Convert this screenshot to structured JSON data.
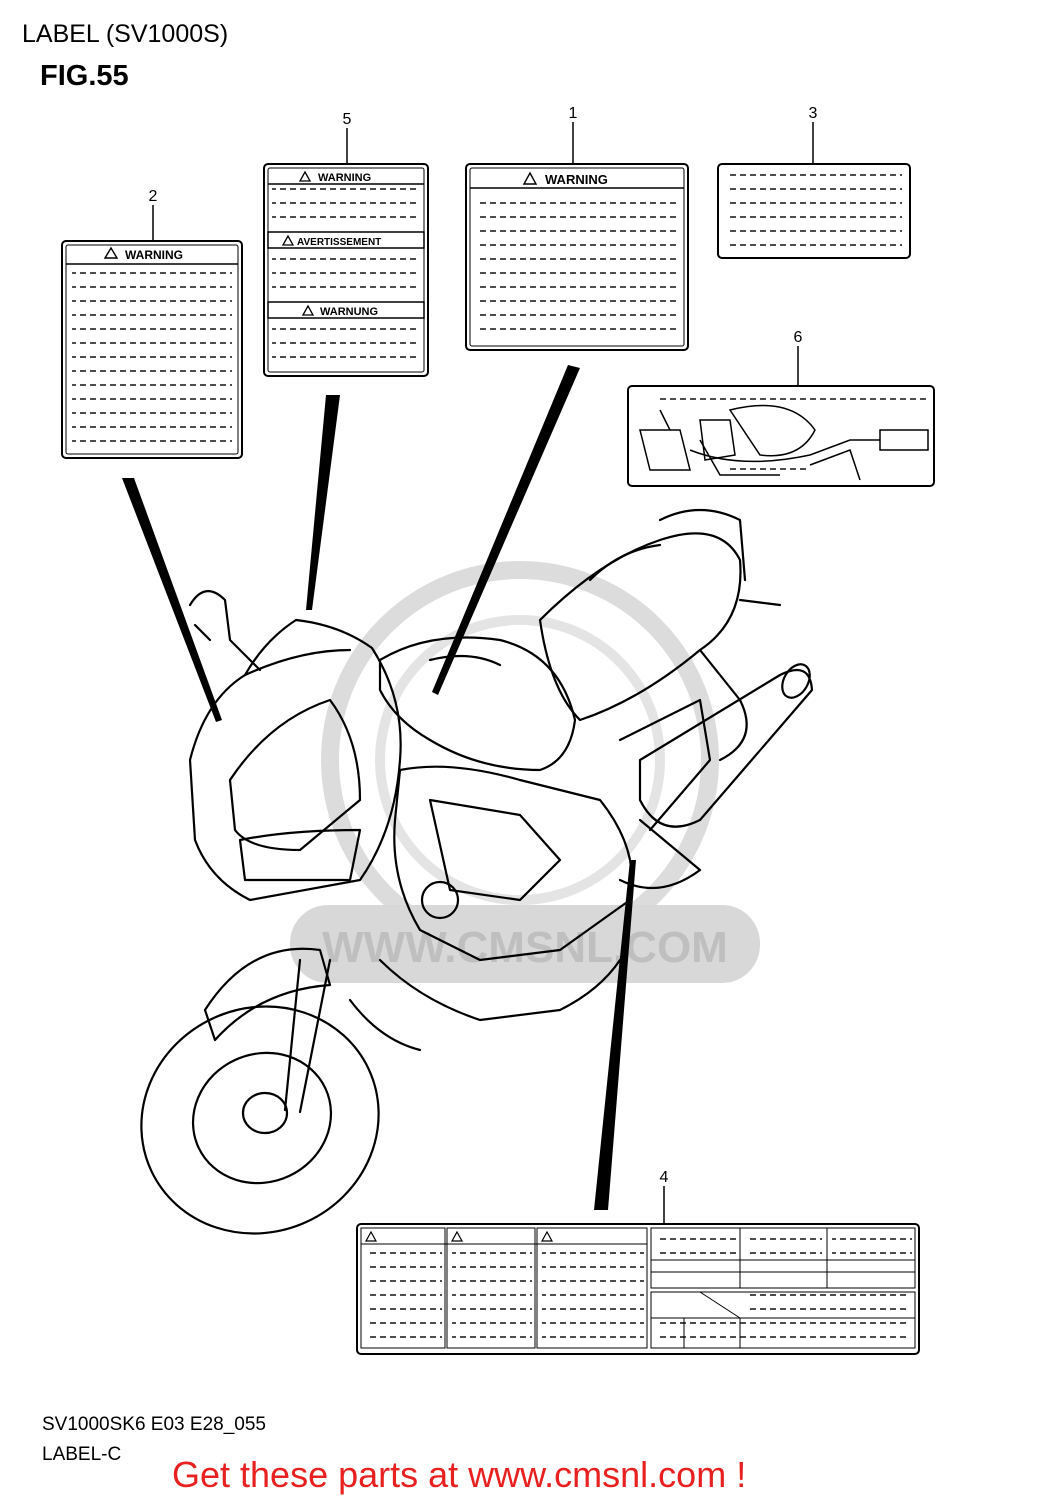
{
  "header": {
    "title": "LABEL (SV1000S)",
    "figure": "FIG.55"
  },
  "callouts": [
    "1",
    "2",
    "3",
    "4",
    "5",
    "6"
  ],
  "labels": {
    "warning": "WARNING",
    "avertissement": "AVERTISSEMENT",
    "warnung": "WARNUNG"
  },
  "watermark": "WWW.CMSNL.COM",
  "footer": {
    "code": "SV1000SK6 E03 E28_055",
    "sub": "LABEL-C",
    "promo": "Get these parts at www.cmsnl.com !"
  },
  "colors": {
    "line": "#000000",
    "promo": "#e8201f",
    "watermark": "#c8c8c8"
  }
}
